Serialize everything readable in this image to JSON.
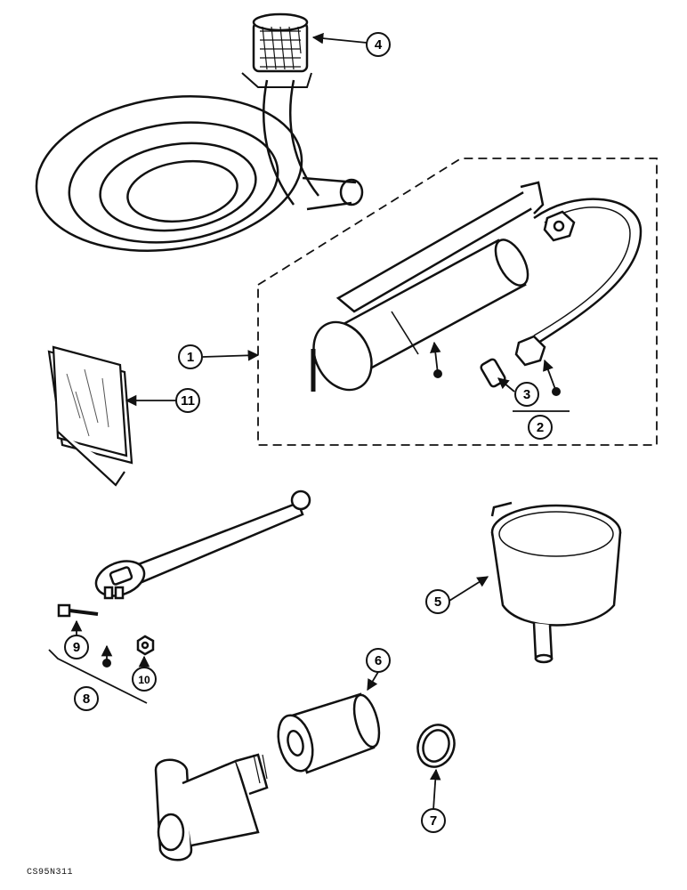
{
  "drawing_code": "CS95N311",
  "callouts": [
    {
      "id": "callout-1",
      "label": "1"
    },
    {
      "id": "callout-2",
      "label": "2"
    },
    {
      "id": "callout-3",
      "label": "3"
    },
    {
      "id": "callout-4",
      "label": "4"
    },
    {
      "id": "callout-5",
      "label": "5"
    },
    {
      "id": "callout-6",
      "label": "6"
    },
    {
      "id": "callout-7",
      "label": "7"
    },
    {
      "id": "callout-8",
      "label": "8"
    },
    {
      "id": "callout-9",
      "label": "9"
    },
    {
      "id": "callout-10",
      "label": "10"
    },
    {
      "id": "callout-11",
      "label": "11"
    }
  ],
  "colors": {
    "ink": "#111111",
    "paper": "#ffffff",
    "shade": "#e8e8e8"
  }
}
